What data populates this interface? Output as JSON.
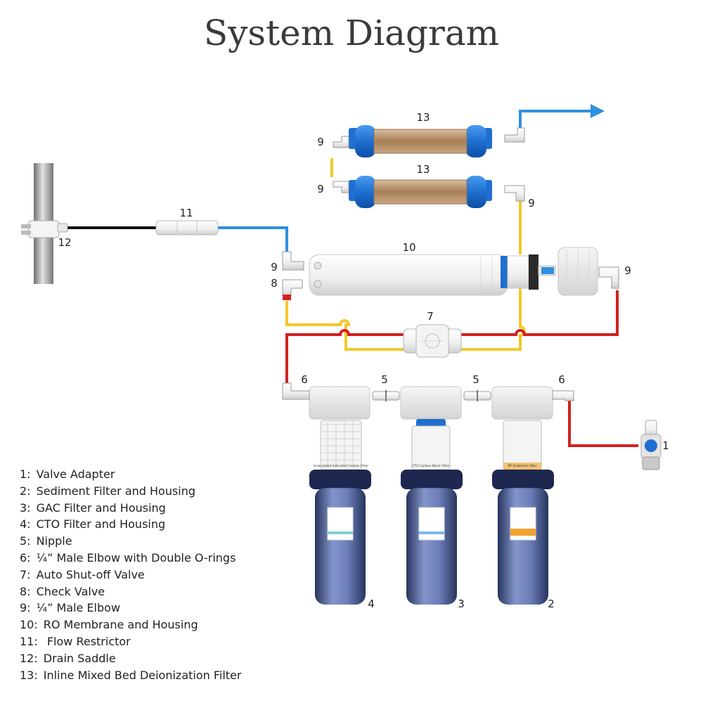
{
  "title": "System Diagram",
  "callouts": {
    "c13a": "13",
    "c13b": "13",
    "c9_top": "9",
    "c9_mid": "9",
    "c9_right_di": "9",
    "c9_ro": "9",
    "c9_cap": "9",
    "c11": "11",
    "c12": "12",
    "c10": "10",
    "c8": "8",
    "c7": "7",
    "c6a": "6",
    "c6b": "6",
    "c5a": "5",
    "c5b": "5",
    "c1": "1",
    "c4": "4",
    "c3": "3",
    "c2": "2"
  },
  "filter_labels": {
    "f4": "Granulated Activated Carbon Filter",
    "f3": "CTO Carbon Block Filter",
    "f2": "PP Sediment Filter"
  },
  "legend": [
    {
      "num": "1:",
      "text": "Valve Adapter"
    },
    {
      "num": "2:",
      "text": "Sediment Filter and Housing"
    },
    {
      "num": "3:",
      "text": "GAC Filter and Housing"
    },
    {
      "num": "4:",
      "text": "CTO Filter and Housing"
    },
    {
      "num": "5:",
      "text": "Nipple"
    },
    {
      "num": "6:",
      "text": "¼” Male Elbow with Double O-rings"
    },
    {
      "num": "7:",
      "text": "Auto Shut-off Valve"
    },
    {
      "num": "8:",
      "text": "Check Valve"
    },
    {
      "num": "9:",
      "text": "¼” Male Elbow"
    },
    {
      "num": "10:",
      "text": "RO Membrane and Housing"
    },
    {
      "num": "11:",
      "text": " Flow Restrictor"
    },
    {
      "num": "12:",
      "text": "Drain Saddle"
    },
    {
      "num": "13:",
      "text": "Inline Mixed Bed Deionization Filter"
    }
  ],
  "colors": {
    "product_water": "#2f8fe0",
    "feed_water": "#d22020",
    "concentrate": "#f2c82a",
    "drain": "#111111",
    "filter_cap": "#1f6fd0"
  }
}
